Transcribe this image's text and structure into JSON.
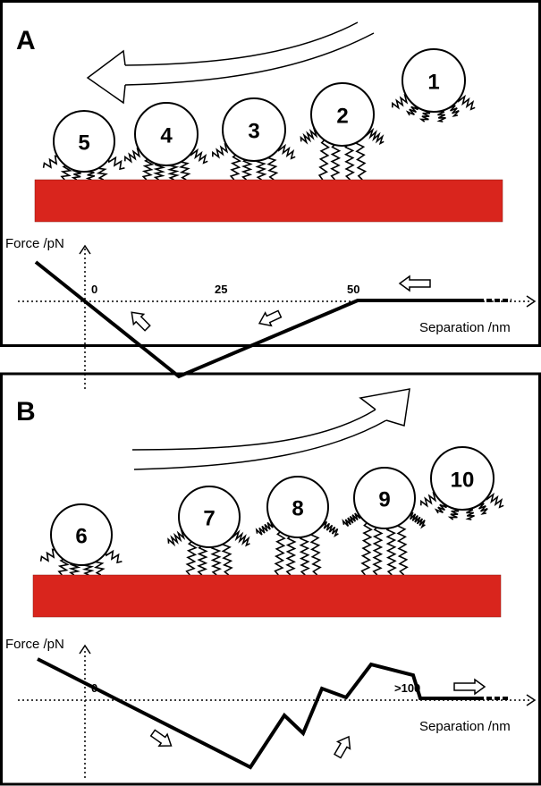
{
  "panels": {
    "a": {
      "letter": "A",
      "beads": [
        "1",
        "2",
        "3",
        "4",
        "5"
      ],
      "y_axis_label": "Force /pN",
      "x_axis_label": "Separation /nm",
      "ticks": [
        "0",
        "25",
        "50"
      ]
    },
    "b": {
      "letter": "B",
      "beads": [
        "6",
        "7",
        "8",
        "9",
        "10"
      ],
      "y_axis_label": "Force /pN",
      "x_axis_label": "Separation /nm",
      "ticks": [
        "0",
        ">100"
      ]
    }
  },
  "colors": {
    "surface": "#d9251d",
    "line": "#000000"
  }
}
